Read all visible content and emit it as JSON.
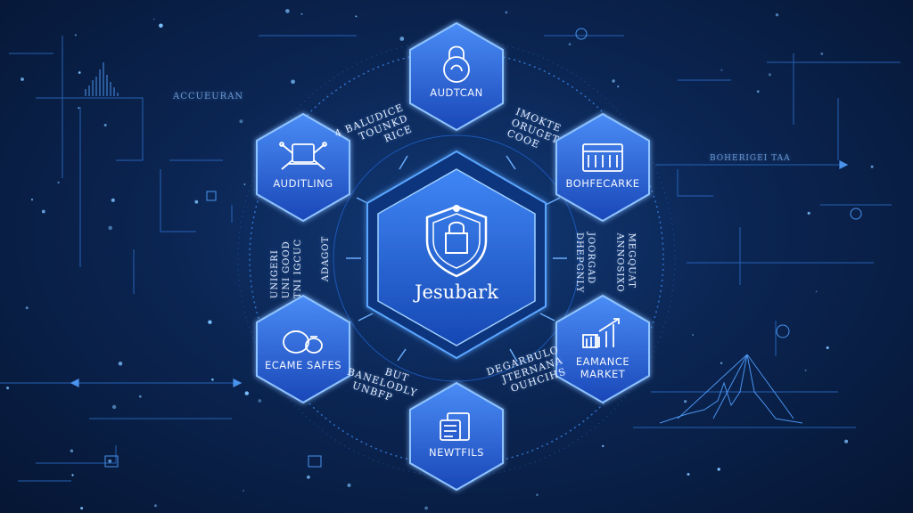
{
  "center": {
    "title": "Jesubark",
    "icon": "shield-lock-icon"
  },
  "nodes": [
    {
      "id": "top",
      "label": "AUDTCAN",
      "icon": "padlock-icon"
    },
    {
      "id": "upper-left",
      "label": "AUDITLING",
      "icon": "laptop-network-icon"
    },
    {
      "id": "upper-right",
      "label": "BOHFECARKE",
      "icon": "storefront-icon"
    },
    {
      "id": "lower-left",
      "label": "ECAME SAFES",
      "icon": "money-bags-icon"
    },
    {
      "id": "lower-right",
      "label_lines": [
        "EAMANCE",
        "MARKET"
      ],
      "icon": "growth-chart-icon"
    },
    {
      "id": "bottom",
      "label": "NEWTFILS",
      "icon": "documents-icon"
    }
  ],
  "ring_labels": {
    "upper_left": [
      "4 BALUDICE",
      "TOUNKD",
      "RICE"
    ],
    "upper_right": [
      "IMOKTE",
      "ORUGET",
      "COOE"
    ],
    "left_a": [
      "UNIGERI",
      "UNI GOOD",
      "TNI IGCUC"
    ],
    "left_b": [
      "ADAGOT"
    ],
    "right_a": [
      "JOORGAD",
      "DHEPGNLY"
    ],
    "right_b": [
      "MEGQUAT",
      "ANNOSIXO"
    ],
    "lower_left": [
      "BUT",
      "BANELODLY",
      "UNBFP"
    ],
    "lower_right": [
      "DEGARBULO",
      "JTERNANA",
      "OUHCIHS"
    ]
  },
  "background_labels": {
    "top_left": "ACCUEURAN",
    "right": "BOHERIGEI TAA"
  },
  "colors": {
    "background": "#0b2552",
    "hex_fill_top": "#3d7df0",
    "hex_fill_bottom": "#1d4fc2",
    "hex_border": "#8fc4ff",
    "circuit": "#2f78d8",
    "glow": "#5fb0ff"
  }
}
